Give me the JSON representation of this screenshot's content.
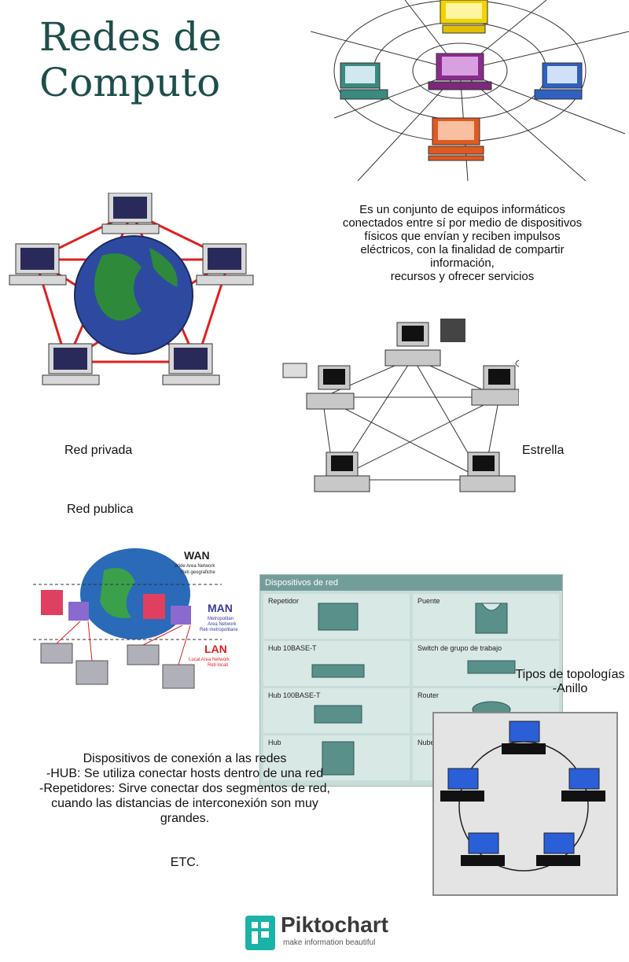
{
  "title": {
    "line1": "Redes de",
    "line2": "Computo"
  },
  "description": "Es un conjunto de equipos informáticos conectados entre sí por medio de dispositivos\nfísicos que envían y reciben impulsos eléctricos, con la finalidad de compartir información,\nrecursos y ofrecer servicios",
  "labels": {
    "private": "Red privada",
    "public": "Red publica",
    "star": "Estrella"
  },
  "topologies": {
    "title": "Tipos de topologías",
    "item": "-Anillo"
  },
  "devices_text": {
    "title": "Dispositivos de conexión a las redes",
    "hub": "-HUB: Se utiliza conectar hosts dentro de una red",
    "repeaters": "-Repetidores: Sirve conectar dos segmentos de red, cuando las distancias de interconexión son muy grandes.",
    "etc": "ETC."
  },
  "network_levels": {
    "wan": "WAN",
    "wan_sub1": "Wide Area Network",
    "wan_sub2": "Reti geografiche",
    "man": "MAN",
    "man_sub1": "Metropolitan",
    "man_sub2": "Area Network",
    "man_sub3": "Reti metropolitane",
    "lan": "LAN",
    "lan_sub1": "Local Area Network",
    "lan_sub2": "Reti locali"
  },
  "devices_panel": {
    "header": "Dispositivos de red",
    "cells": [
      "Repetidor",
      "Puente",
      "Hub 10BASE-T",
      "Switch de grupo de trabajo",
      "Hub 100BASE-T",
      "Router",
      "Hub",
      "Nube"
    ]
  },
  "logo": {
    "name": "Piktochart",
    "tagline": "make information beautiful"
  }
}
